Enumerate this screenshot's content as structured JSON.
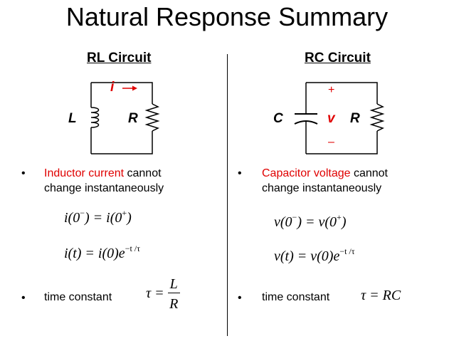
{
  "title": "Natural Response Summary",
  "rl": {
    "heading": "RL Circuit",
    "labels": {
      "L": "L",
      "R": "R",
      "i": "i"
    },
    "bullet_highlight": "Inductor current",
    "bullet_rest_1": " cannot",
    "bullet_rest_2": "change instantaneously",
    "eq1": {
      "a": "i(0",
      "minus": "−",
      "b": ") = i(0",
      "plus": "+",
      "c": ")"
    },
    "eq2": {
      "a": "i(t) = i(0)e",
      "exp": "−t /τ"
    },
    "tc_label": "time constant",
    "tc_eq": {
      "lhs": "τ =",
      "num": "L",
      "den": "R"
    }
  },
  "rc": {
    "heading": "RC Circuit",
    "labels": {
      "C": "C",
      "R": "R",
      "v": "v",
      "plus": "+",
      "minus": "–"
    },
    "bullet_highlight": "Capacitor voltage",
    "bullet_rest_1": " cannot",
    "bullet_rest_2": "change instantaneously",
    "eq1": {
      "a": "v(0",
      "minus": "−",
      "b": ") = v(0",
      "plus": "+",
      "c": ")"
    },
    "eq2": {
      "a": "v(t) = v(0)e",
      "exp": "−t /τ"
    },
    "tc_label": "time constant",
    "tc_eq": "τ = RC"
  },
  "colors": {
    "accent": "#e00000",
    "text": "#000000"
  },
  "bullet_symbol": "•"
}
